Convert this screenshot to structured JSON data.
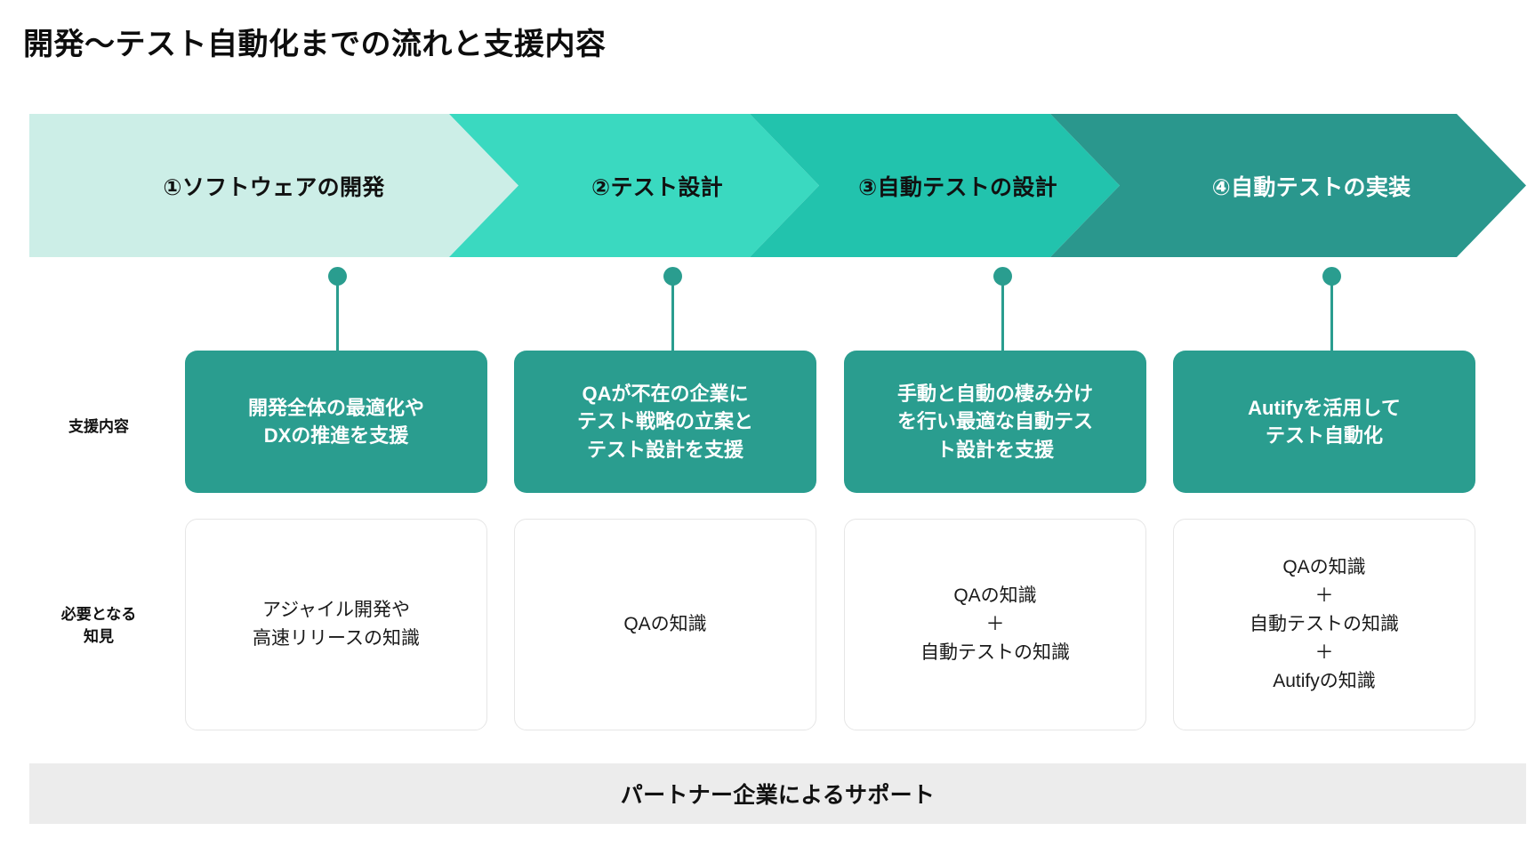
{
  "title": "開発〜テスト自動化までの流れと支援内容",
  "colors": {
    "stage1": "#CCEEE7",
    "stage2": "#3AD9C0",
    "stage3": "#22C3AD",
    "stage4": "#2A978D",
    "card": "#2A9D8F",
    "connector": "#2A9D8F",
    "bar": "#ECECEC",
    "box_border": "#E6E6E6",
    "text_dark": "#111111",
    "text_light": "#FFFFFF"
  },
  "flow": {
    "stages": [
      {
        "label": "①ソフトウェアの開発",
        "text_color": "#111111",
        "fill": "#CCEEE7"
      },
      {
        "label": "②テスト設計",
        "text_color": "#111111",
        "fill": "#3AD9C0"
      },
      {
        "label": "③自動テストの設計",
        "text_color": "#111111",
        "fill": "#22C3AD"
      },
      {
        "label": "④自動テストの実装",
        "text_color": "#FFFFFF",
        "fill": "#2A978D"
      }
    ]
  },
  "rows": {
    "support_label": "支援内容",
    "knowledge_label": "必要となる\n知見"
  },
  "support_cards": [
    {
      "text": "開発全体の最適化や\nDXの推進を支援"
    },
    {
      "text": "QAが不在の企業に\nテスト戦略の立案と\nテスト設計を支援"
    },
    {
      "text": "手動と自動の棲み分け\nを行い最適な自動テス\nト設計を支援"
    },
    {
      "text": "Autifyを活用して\nテスト自動化"
    }
  ],
  "knowledge_boxes": [
    {
      "text": "アジャイル開発や\n高速リリースの知識"
    },
    {
      "text": "QAの知識"
    },
    {
      "text": "QAの知識\n＋\n自動テストの知識"
    },
    {
      "text": "QAの知識\n＋\n自動テストの知識\n＋\nAutifyの知識"
    }
  ],
  "bottom_bar": {
    "label": "パートナー企業によるサポート"
  }
}
